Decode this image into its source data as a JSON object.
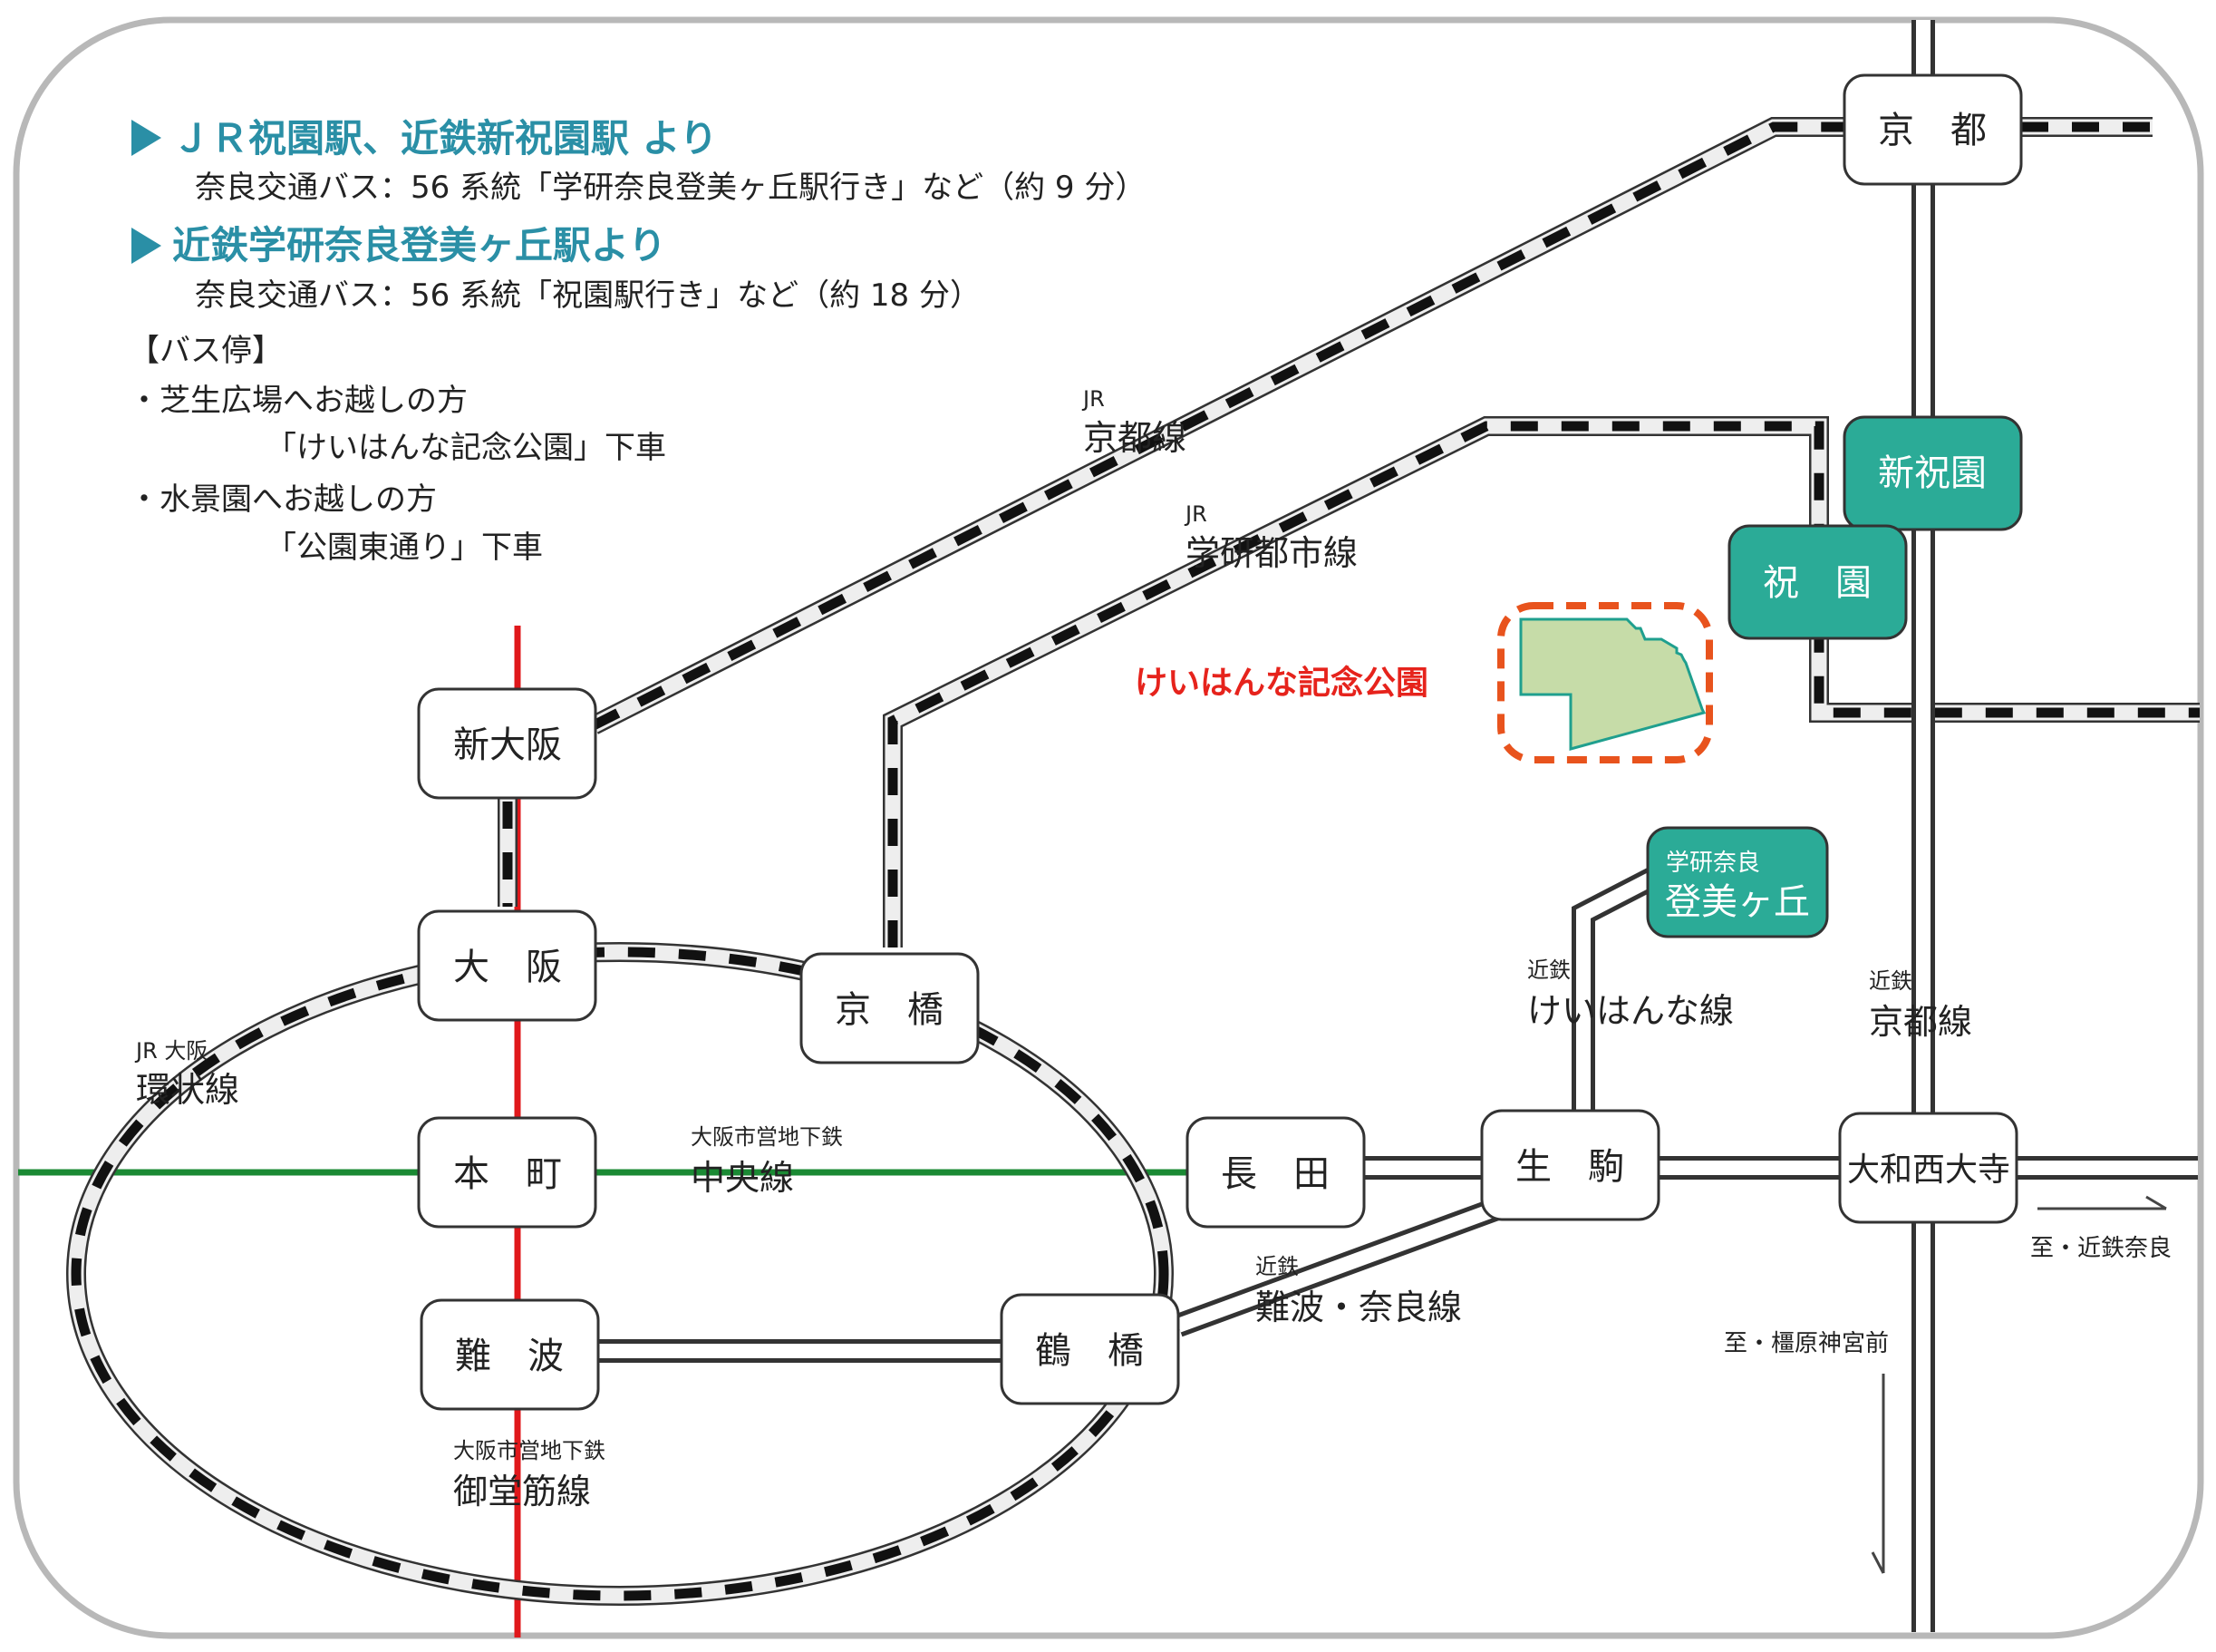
{
  "access": {
    "route1": {
      "heading": "ＪＲ祝園駅、近鉄新祝園駅 より",
      "detail": "奈良交通バス：56 系統「学研奈良登美ヶ丘駅行き」など（約 9 分）"
    },
    "route2": {
      "heading": "近鉄学研奈良登美ヶ丘駅より",
      "detail": "奈良交通バス：56 系統「祝園駅行き」など（約 18 分）"
    },
    "bus_stop_title": "【バス停】",
    "stop1_line1": "・芝生広場へお越しの方",
    "stop1_line2": "「けいはんな記念公園」下車",
    "stop2_line1": "・水景園へお越しの方",
    "stop2_line2": "「公園東通り」下車"
  },
  "stations": {
    "kyoto": "京　都",
    "shinhosono": "新祝園",
    "hosono": "祝　園",
    "shin_osaka": "新大阪",
    "osaka": "大　阪",
    "kyobashi": "京　橋",
    "honmachi": "本　町",
    "namba": "難　波",
    "tsuruhashi": "鶴　橋",
    "nagata": "長　田",
    "ikoma": "生　駒",
    "yamato_saidaiji": "大和西大寺",
    "tomigaoka_line1": "学研奈良",
    "tomigaoka_line2": "登美ヶ丘"
  },
  "lines": {
    "jr_kyoto_small": "JR",
    "jr_kyoto": "京都線",
    "jr_gakken_small": "JR",
    "jr_gakken": "学研都市線",
    "loop_small": "JR 大阪",
    "loop": "環状線",
    "chuo_small": "大阪市営地下鉄",
    "chuo": "中央線",
    "midosuji_small": "大阪市営地下鉄",
    "midosuji": "御堂筋線",
    "keihanna_small": "近鉄",
    "keihanna": "けいはんな線",
    "kintetsu_kyoto_small": "近鉄",
    "kintetsu_kyoto": "京都線",
    "namba_nara_small": "近鉄",
    "namba_nara": "難波・奈良線"
  },
  "park": {
    "label": "けいはんな記念公園"
  },
  "directions": {
    "to_nara": "至・近鉄奈良",
    "to_kashihara": "至・橿原神宮前"
  },
  "colors": {
    "heading": "#2a8fa6",
    "arrow": "#2a8fa6",
    "teal_station": "#2bab97",
    "park_fill": "#c6dca8",
    "park_border": "#1f9f8e",
    "park_dash": "#e8531d",
    "park_label": "#e6231c",
    "midosuji": "#e0181b",
    "chuo": "#1b8a34",
    "jr_track": "#111111"
  }
}
